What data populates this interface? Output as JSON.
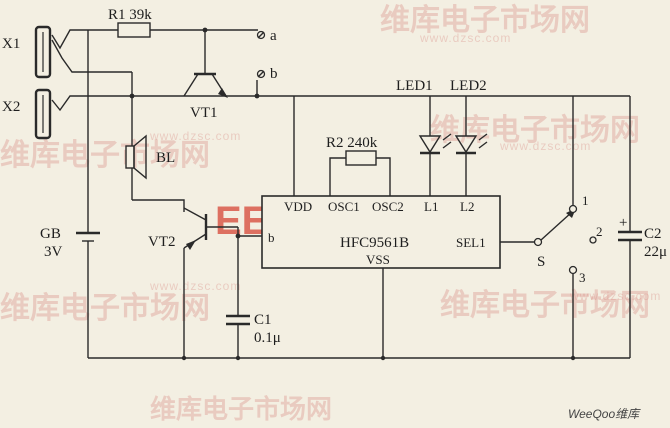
{
  "watermark": {
    "brand": "维库电子市场网",
    "url": "www.dzsc.com",
    "logo": "EEPW",
    "credit": "WeeQoo维库"
  },
  "labels": {
    "x1": "X1",
    "x2": "X2",
    "r1": "R1 39k",
    "r2": "R2 240k",
    "a": "a",
    "b_terminal": "b",
    "vt1": "VT1",
    "vt2": "VT2",
    "bl": "BL",
    "gb": "GB",
    "gb_voltage": "3V",
    "led1": "LED1",
    "led2": "LED2",
    "c1": "C1",
    "c1_value": "0.1μ",
    "c2": "C2",
    "c2_value": "22μ",
    "c2_plus": "+",
    "s": "S",
    "pos1": "1",
    "pos2": "2",
    "pos3": "3",
    "ic": {
      "vdd": "VDD",
      "osc1": "OSC1",
      "osc2": "OSC2",
      "l1": "L1",
      "l2": "L2",
      "b": "b",
      "name": "HFC9561B",
      "sel1": "SEL1",
      "vss": "VSS"
    }
  }
}
